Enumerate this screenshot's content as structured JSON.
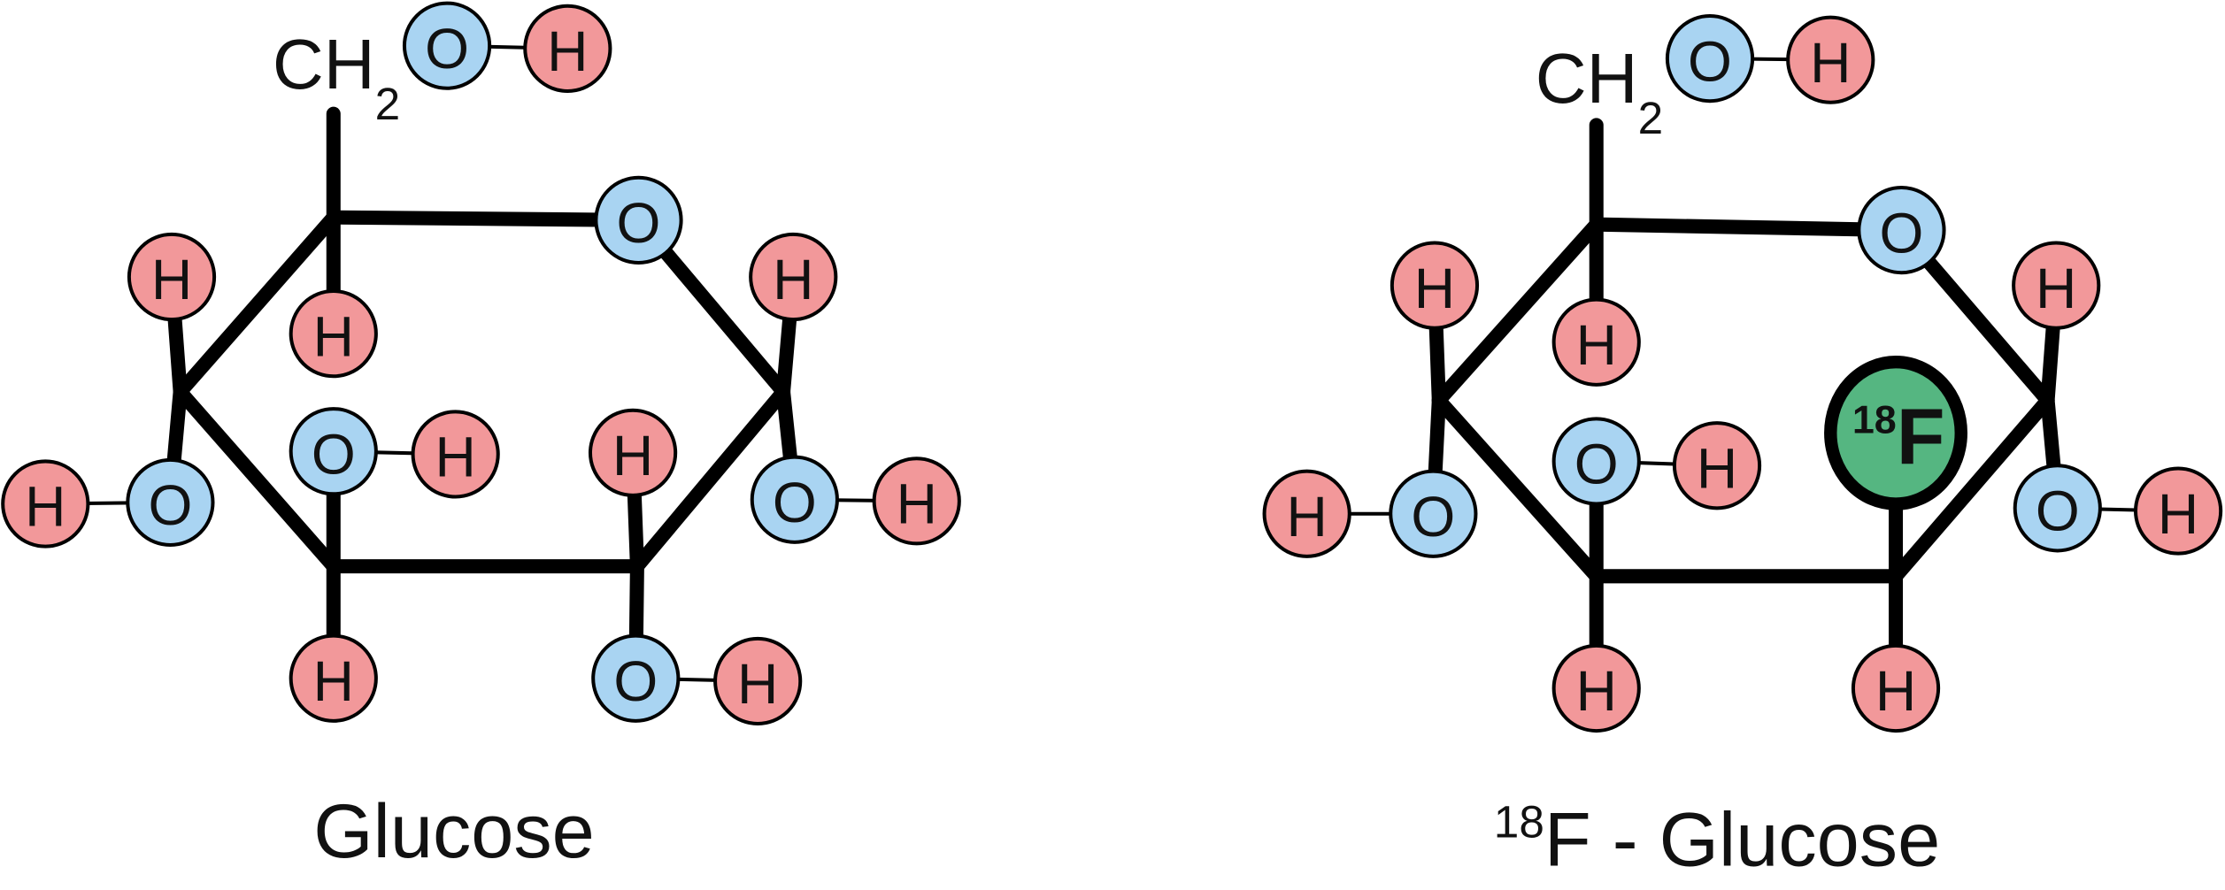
{
  "symbols": {
    "H": "H",
    "O": "O"
  },
  "colors": {
    "H": "#f2989a",
    "O": "#a9d4f2",
    "F": "#55b681",
    "bond": "#000000"
  },
  "molecules": [
    {
      "title": "Glucose",
      "ch2_main": "CH",
      "ch2_sub": "2"
    },
    {
      "title_sup": "18",
      "title": "F - Glucose",
      "ch2_main": "CH",
      "ch2_sub": "2",
      "fluorine": {
        "mass": "18",
        "symbol": "F"
      }
    }
  ]
}
